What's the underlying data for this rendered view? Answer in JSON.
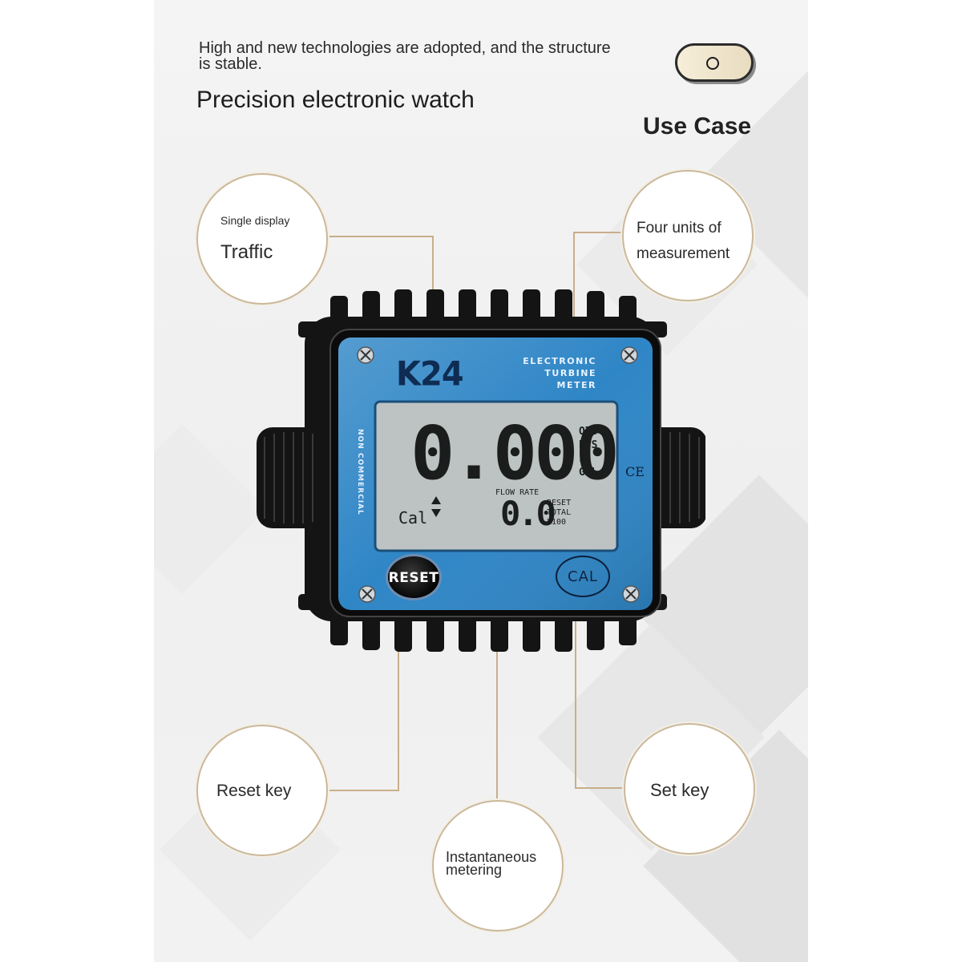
{
  "header": {
    "intro": "High and new technologies are adopted, and the structure is stable.",
    "headline": "Precision electronic watch",
    "use_case": "Use Case"
  },
  "callouts": {
    "single_display_small": "Single display",
    "single_display_large": "Traffic",
    "four_units": "Four units of measurement",
    "reset_key": "Reset key",
    "set_key": "Set key",
    "instantaneous": "Instantaneous metering"
  },
  "meter": {
    "model": "K24",
    "brand_line_1": "ELECTRONIC",
    "brand_line_2": "TURBINE",
    "brand_line_3": "METER",
    "side_label": "NON COMMERCIAL",
    "main_reading": "0.000",
    "units": [
      "QTS",
      "PTS",
      "L",
      "GAL"
    ],
    "flow_rate_label": "FLOW RATE",
    "sub_reading": "0.0",
    "sub_labels": [
      "RESET",
      "TOTAL",
      "X100"
    ],
    "cal_label": "Cal",
    "ce_mark": "CE",
    "reset_button": "RESET",
    "cal_button": "CAL"
  },
  "colors": {
    "meter_blue": "#2f86c6",
    "lcd_grey": "#bcc3c2",
    "body_black": "#161616",
    "callout_border": "#cbb89a"
  }
}
